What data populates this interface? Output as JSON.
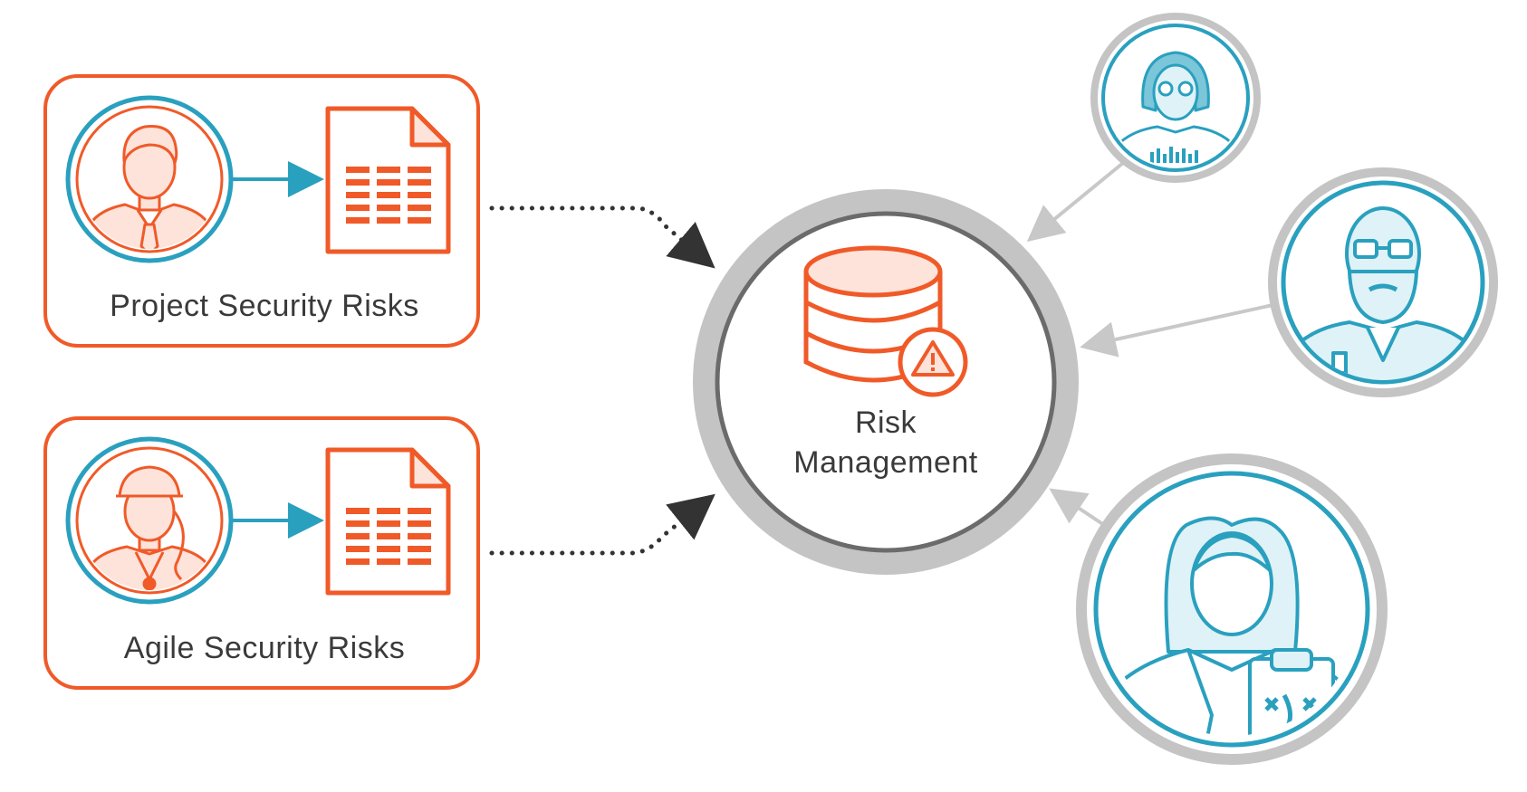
{
  "diagram": {
    "boxes": [
      {
        "label": "Project Security Risks"
      },
      {
        "label": "Agile Security Risks"
      }
    ],
    "center": {
      "line1": "Risk",
      "line2": "Management"
    },
    "colors": {
      "orange": "#f05a28",
      "orange_fill": "#fde3da",
      "teal": "#2aa0bf",
      "teal_fill": "#dff2f7",
      "ring_gray": "#c4c4c4",
      "inner_ring": "#6b6b6b",
      "arrow_gray": "#c8c8c8",
      "dots": "#333333",
      "text": "#3a3a3a"
    },
    "icons": {
      "person_project": "male-person-icon",
      "person_agile": "female-person-icon",
      "document": "document-table-icon",
      "database": "database-icon",
      "warning": "warning-icon",
      "stakeholders": [
        "woman-glasses-icon",
        "bearded-man-glasses-icon",
        "woman-clipboard-icon"
      ]
    }
  }
}
